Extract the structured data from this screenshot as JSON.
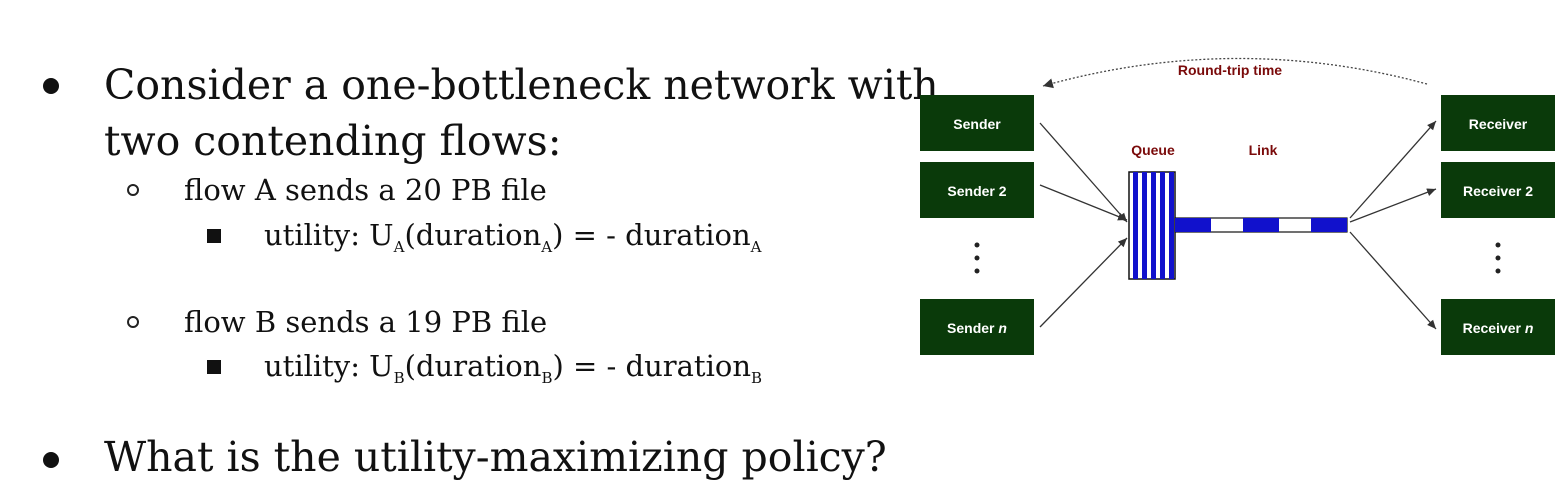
{
  "bullets": {
    "q1_line1": "Consider a one-bottleneck network with",
    "q1_line2": "two contending flows:",
    "flow_a": "flow A sends a 20 PB file",
    "util_a": {
      "prefix": "utility: U",
      "sub1": "A",
      "mid": "(duration",
      "sub2": "A",
      "end": ") = - duration",
      "sub3": "A"
    },
    "flow_b": "flow B sends a 19 PB file",
    "util_b": {
      "prefix": "utility: U",
      "sub1": "B",
      "mid": "(duration",
      "sub2": "B",
      "end": ") = - duration",
      "sub3": "B"
    },
    "q2": "What is the utility-maximizing policy?"
  },
  "diagram": {
    "rtt_label": "Round-trip time",
    "queue_label": "Queue",
    "link_label": "Link",
    "senders": [
      "Sender",
      "Sender 2",
      "Sender "
    ],
    "sender_n_italic": "n",
    "receivers": [
      "Receiver",
      "Receiver 2",
      "Receiver "
    ],
    "receiver_n_italic": "n",
    "colors": {
      "box": "#0a3a0a",
      "label": "#7a0a0a",
      "queue_fill": "#1111cc"
    }
  }
}
